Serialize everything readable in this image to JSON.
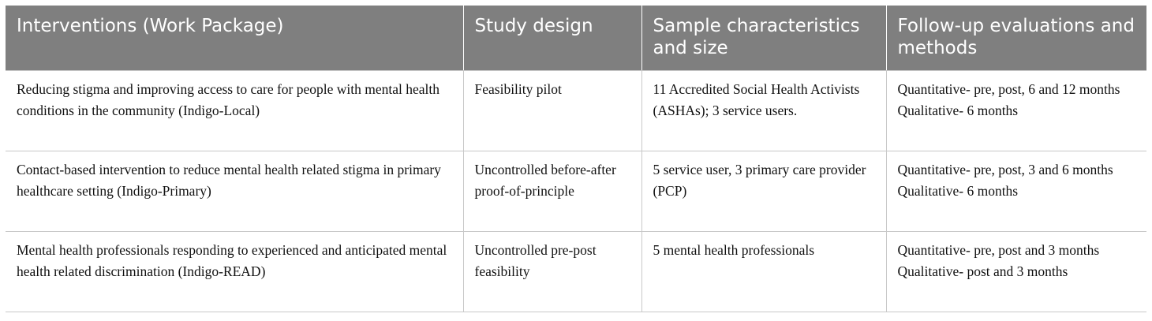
{
  "table": {
    "headers": [
      "Interventions (Work Package)",
      "Study design",
      "Sample characteristics and size",
      "Follow-up evaluations and methods"
    ],
    "rows": [
      {
        "intervention": "Reducing stigma and improving access to care for people with mental health conditions in the community (Indigo-Local)",
        "design": "Feasibility pilot",
        "sample": "11 Accredited Social Health Activists (ASHAs); 3 service users.",
        "followup_quantitative": "Quantitative- pre, post, 6 and 12 months",
        "followup_qualitative": "Qualitative- 6 months"
      },
      {
        "intervention": "Contact-based intervention to reduce mental health related stigma in primary healthcare setting (Indigo-Primary)",
        "design": "Uncontrolled before-after proof-of-principle",
        "sample": "5 service user, 3 primary care provider (PCP)",
        "followup_quantitative": "Quantitative- pre, post, 3 and 6 months",
        "followup_qualitative": "Qualitative- 6 months"
      },
      {
        "intervention": "Mental health professionals responding to experienced and anticipated mental health related discrimination (Indigo-READ)",
        "design": "Uncontrolled pre-post feasibility",
        "sample": "5 mental health professionals",
        "followup_quantitative": "Quantitative- pre, post and 3 months",
        "followup_qualitative": "Qualitative- post and 3 months"
      }
    ]
  }
}
